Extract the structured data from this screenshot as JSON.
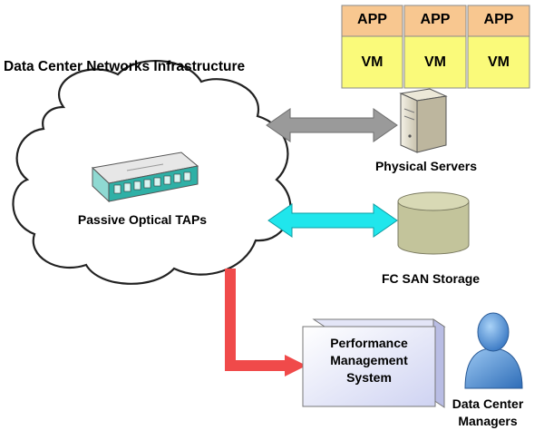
{
  "title": "Data Center Networks Infrastructure",
  "cloud": {
    "device_label": "Passive Optical TAPs"
  },
  "servers": {
    "label": "Physical Servers",
    "stacks": [
      {
        "top": "APP",
        "bottom": "VM"
      },
      {
        "top": "APP",
        "bottom": "VM"
      },
      {
        "top": "APP",
        "bottom": "VM"
      }
    ]
  },
  "storage": {
    "label": "FC SAN Storage"
  },
  "pms": {
    "line1": "Performance",
    "line2": "Management",
    "line3": "System"
  },
  "managers": {
    "line1": "Data Center",
    "line2": "Managers"
  },
  "colors": {
    "app_box": "#f8c790",
    "vm_box": "#fafa7a",
    "arrow_servers": "#9a9a9a",
    "arrow_storage": "#20e6ec",
    "arrow_pms": "#f04a4a",
    "cloud_stroke": "#222222",
    "storage_body": "#c3c49b",
    "person": "#4d8fd6"
  }
}
